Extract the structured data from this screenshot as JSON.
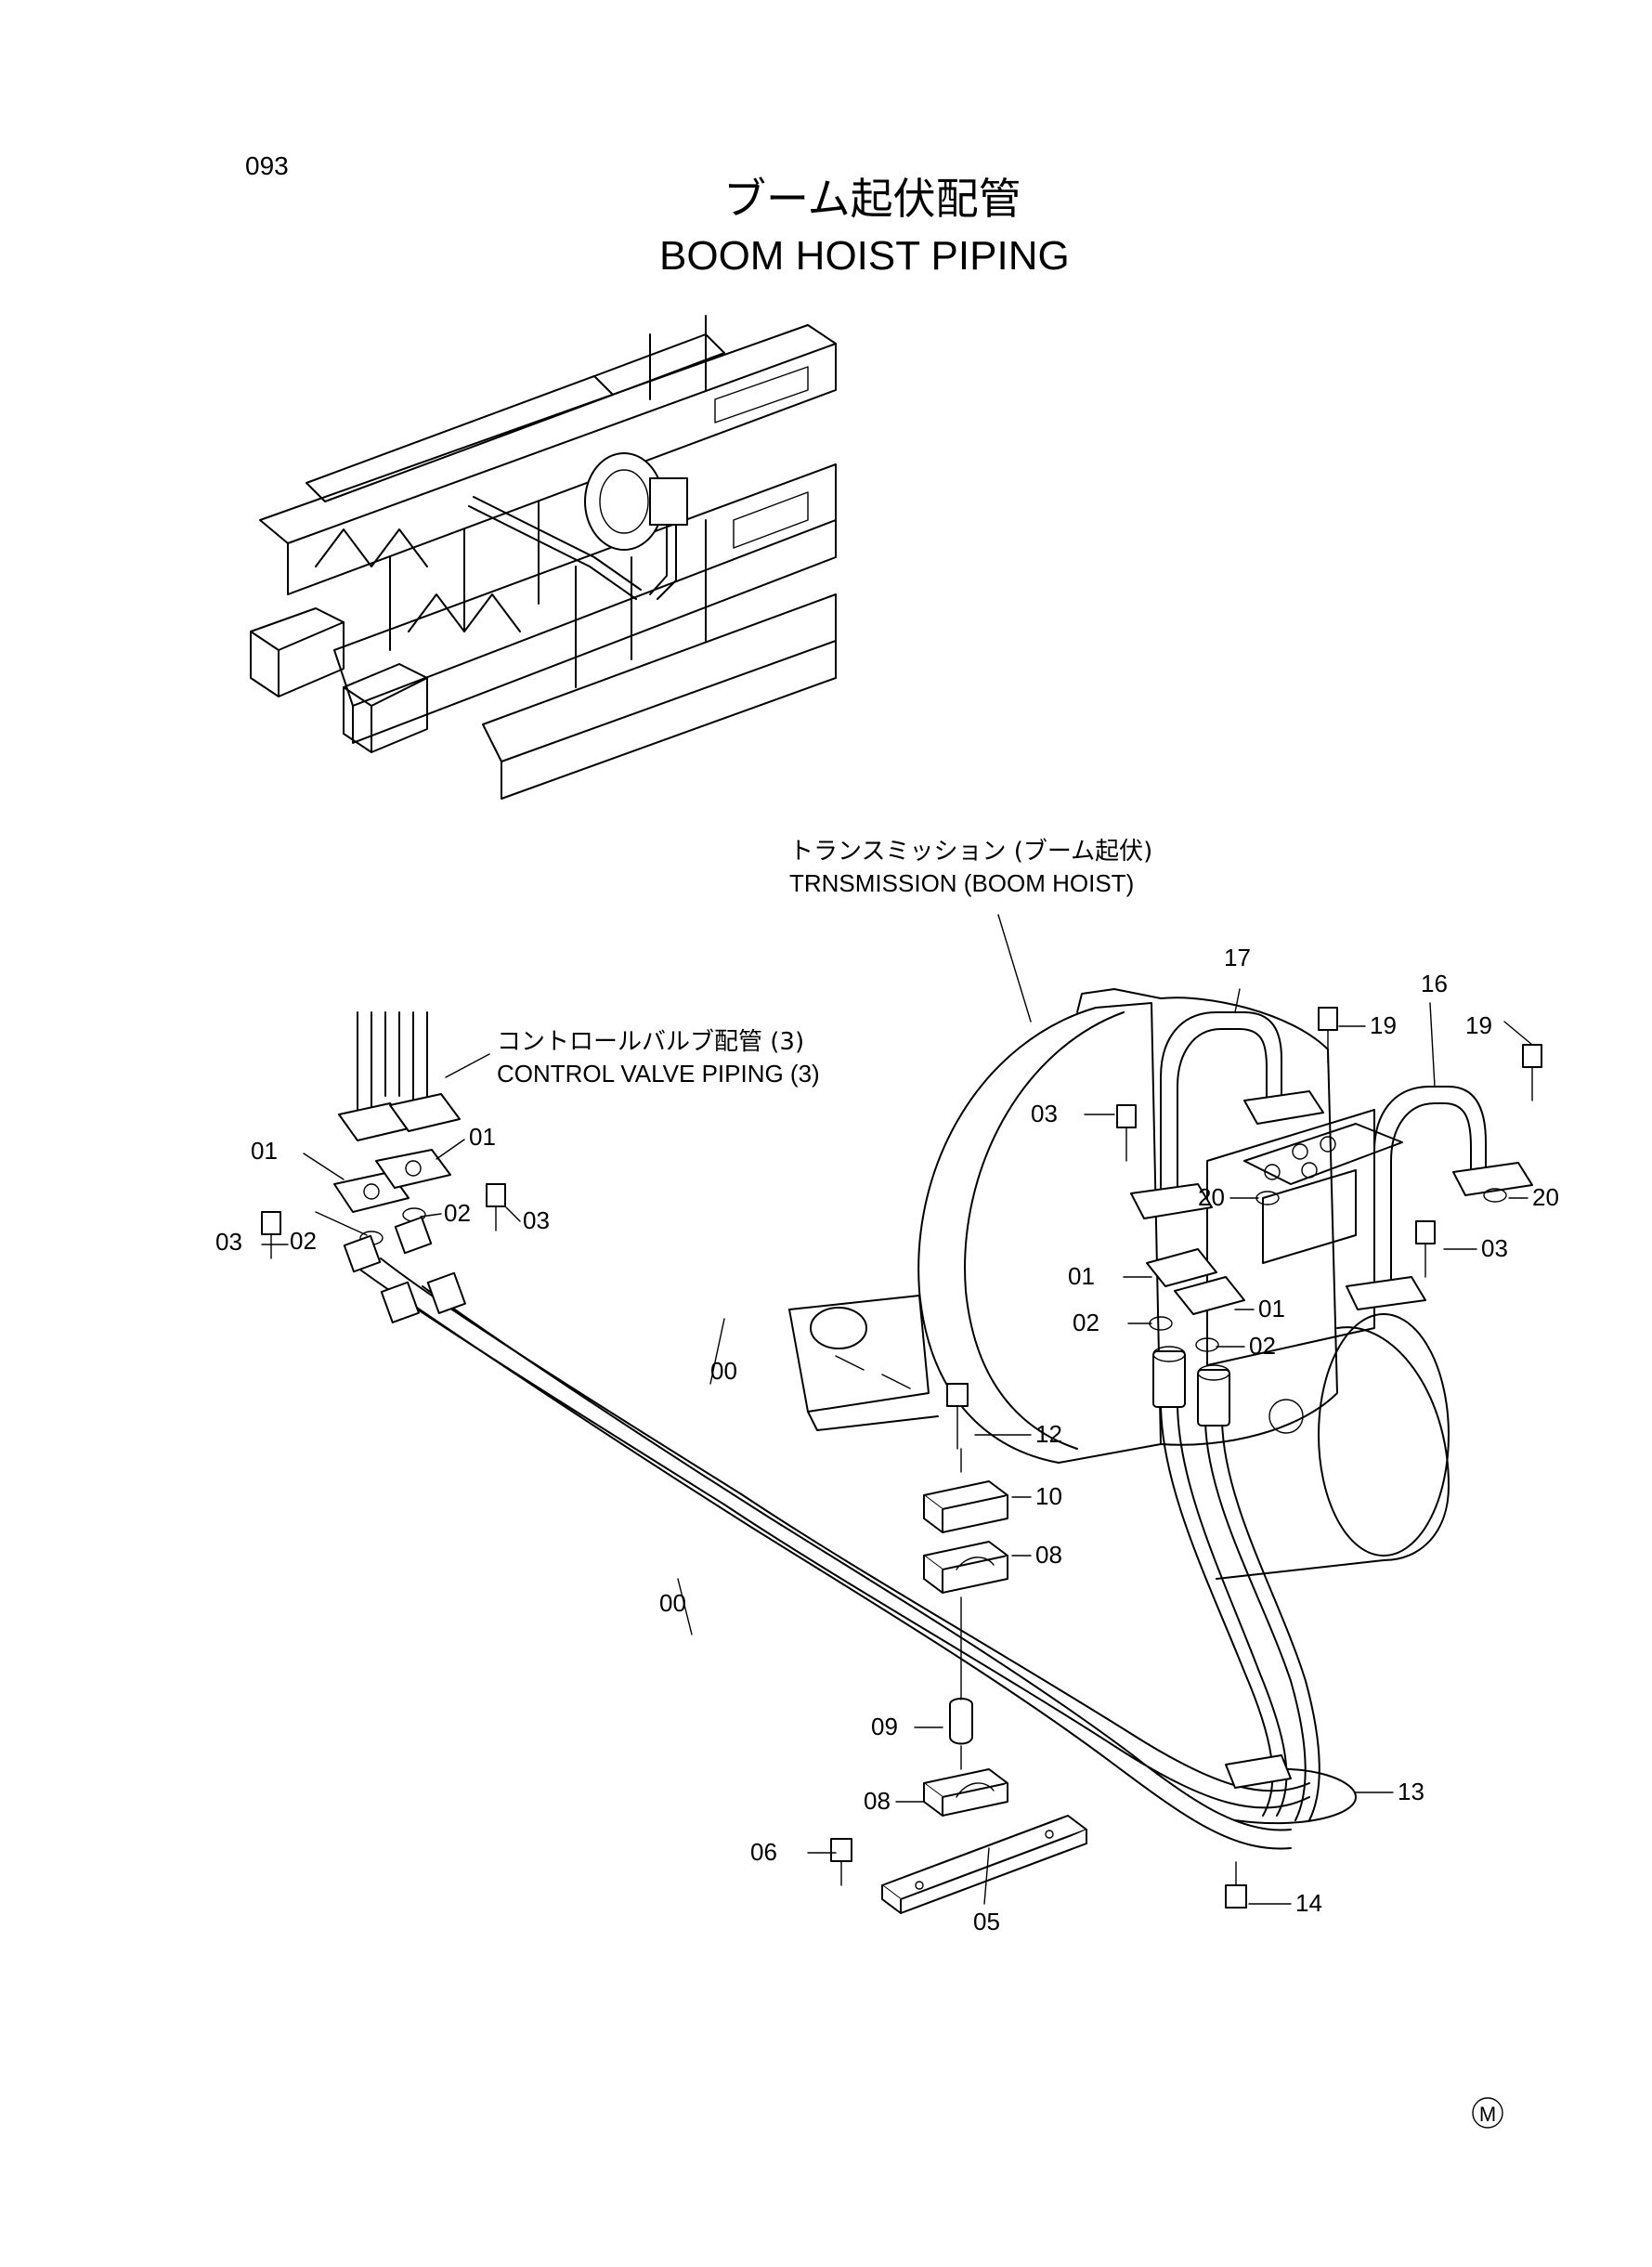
{
  "page_number": "093",
  "title_jp": "ブーム起伏配管",
  "title_en": "BOOM HOIST PIPING",
  "callouts": {
    "transmission_jp": "トランスミッション (ブーム起伏)",
    "transmission_en": "TRNSMISSION (BOOM HOIST)",
    "control_valve_jp": "コントロールバルブ配管 (3)",
    "control_valve_en": "CONTROL VALVE PIPING (3)"
  },
  "part_labels": [
    "00",
    "00",
    "01",
    "01",
    "01",
    "01",
    "02",
    "02",
    "02",
    "02",
    "03",
    "03",
    "03",
    "03",
    "05",
    "06",
    "08",
    "08",
    "09",
    "10",
    "12",
    "13",
    "14",
    "16",
    "17",
    "19",
    "19",
    "20",
    "20"
  ],
  "mark": "M"
}
